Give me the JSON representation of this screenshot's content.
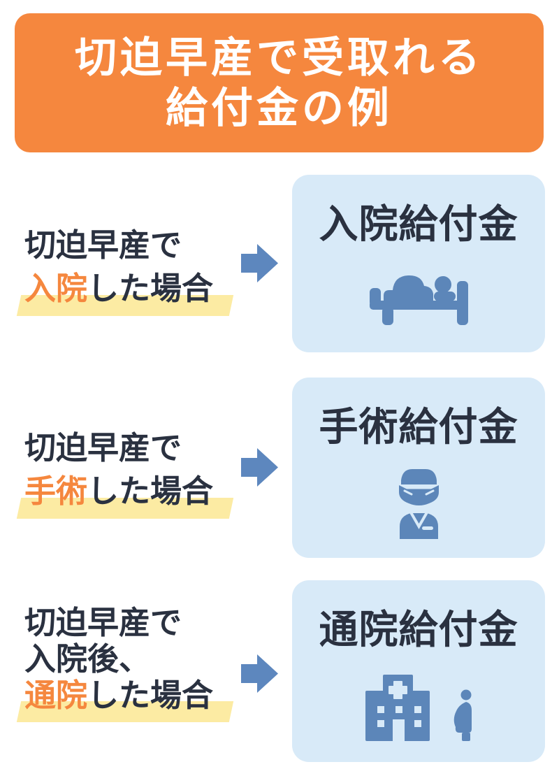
{
  "meta": {
    "title_line1": "切迫早産で受取れる",
    "title_line2": "給付金の例"
  },
  "colors": {
    "header_orange": "#F5873E",
    "keyword_orange": "#F5873E",
    "dark_text": "#2A3140",
    "highlight_yellow": "#FCEBA3",
    "card_blue": "#D8EAF8",
    "icon_blue": "#5C86B9",
    "arrow_blue": "#5D87BE",
    "background": "#FFFFFF"
  },
  "rows": [
    {
      "id": "hospitalization",
      "pre_lines": [
        "切迫早産で"
      ],
      "keyword": "入院",
      "suffix": "した場合",
      "benefit_title": "入院給付金",
      "icon": "patient-in-bed-icon"
    },
    {
      "id": "surgery",
      "pre_lines": [
        "切迫早産で"
      ],
      "keyword": "手術",
      "suffix": "した場合",
      "benefit_title": "手術給付金",
      "icon": "surgeon-icon"
    },
    {
      "id": "outpatient",
      "pre_lines": [
        "切迫早産で",
        "入院後、"
      ],
      "keyword": "通院",
      "suffix": "した場合",
      "benefit_title": "通院給付金",
      "icon": "hospital-and-pregnant-woman-icon"
    }
  ]
}
